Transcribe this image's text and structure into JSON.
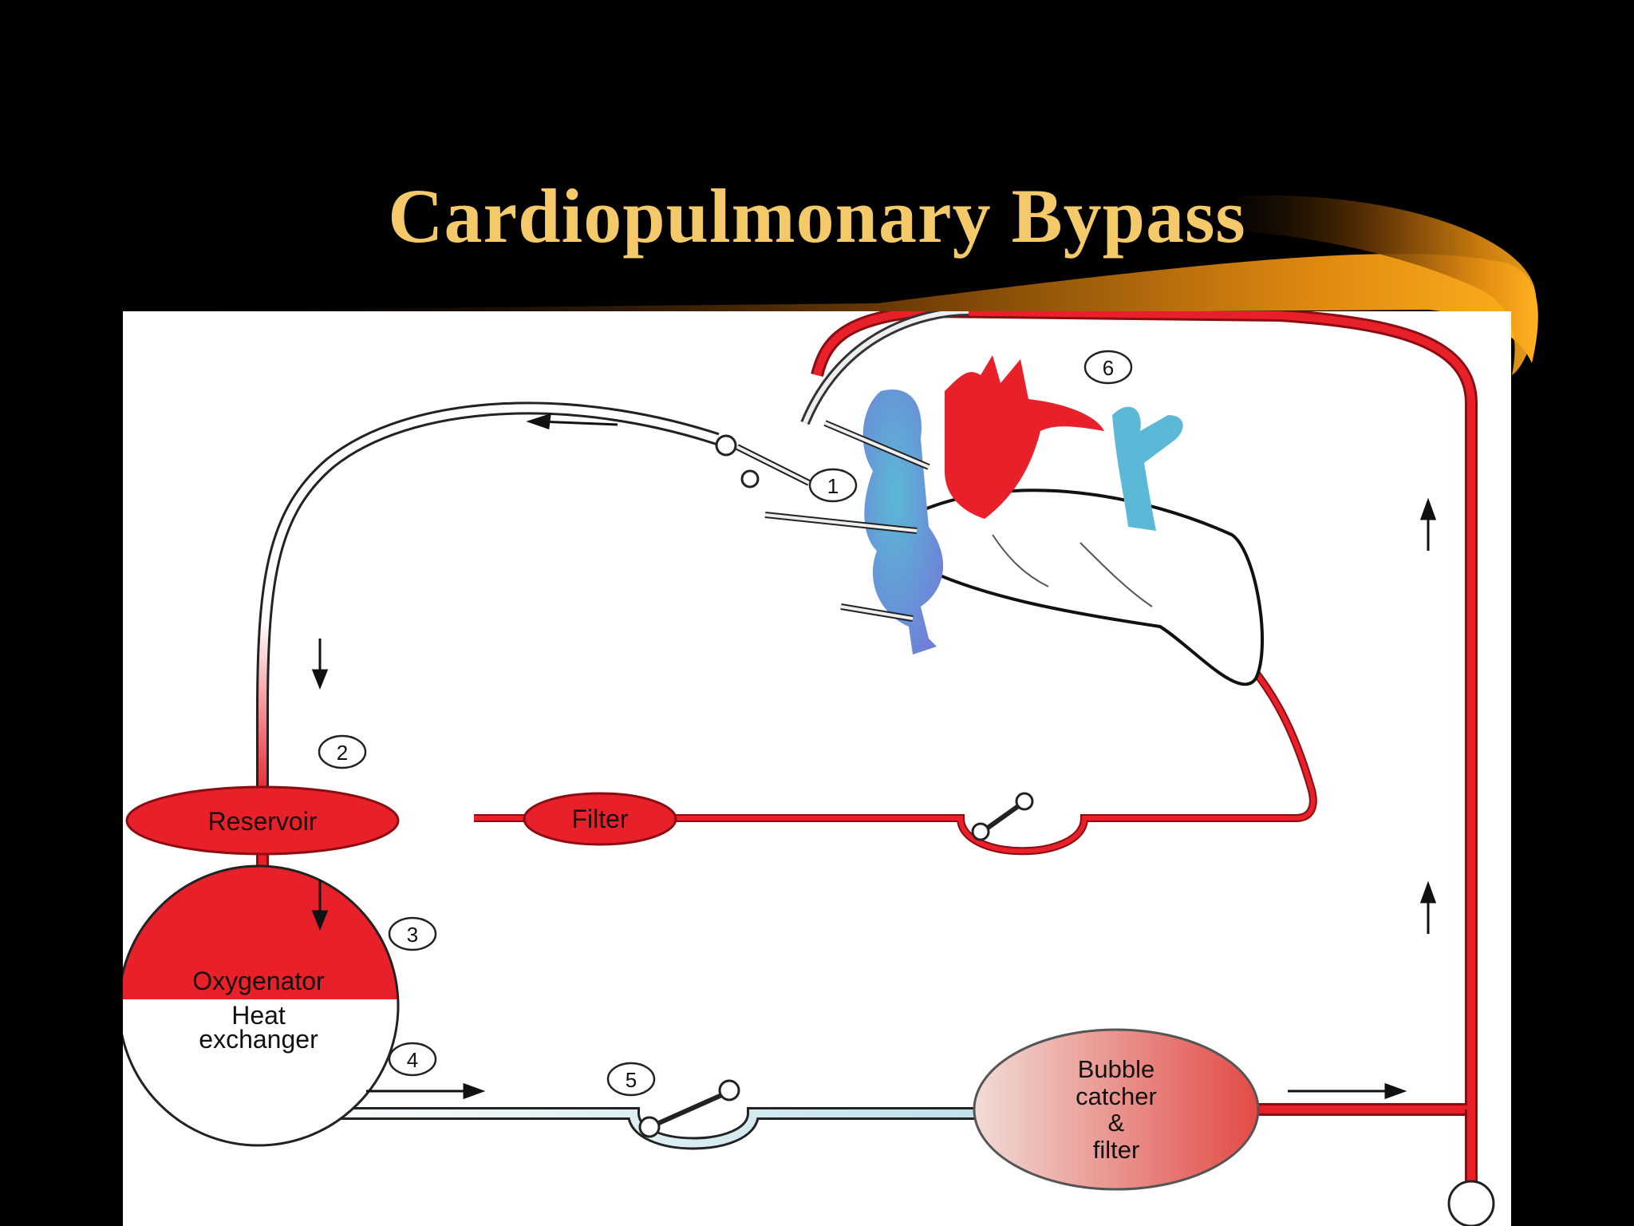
{
  "slide": {
    "title": "Cardiopulmonary Bypass"
  },
  "diagram": {
    "components": {
      "reservoir": "Reservoir",
      "filter": "Filter",
      "oxygenator": "Oxygenator",
      "heat_exchanger_line1": "Heat",
      "heat_exchanger_line2": "exchanger",
      "bubble_line1": "Bubble",
      "bubble_line2": "catcher",
      "bubble_line3": "&",
      "bubble_line4": "filter"
    },
    "markers": [
      "1",
      "2",
      "3",
      "4",
      "5",
      "6"
    ]
  },
  "colors": {
    "title": "#f3c96a",
    "arterial_red": "#e8202a",
    "venous_blue": "#5bb8d6",
    "swoosh_orange": "#e08a10",
    "background": "#000000",
    "panel": "#ffffff"
  }
}
